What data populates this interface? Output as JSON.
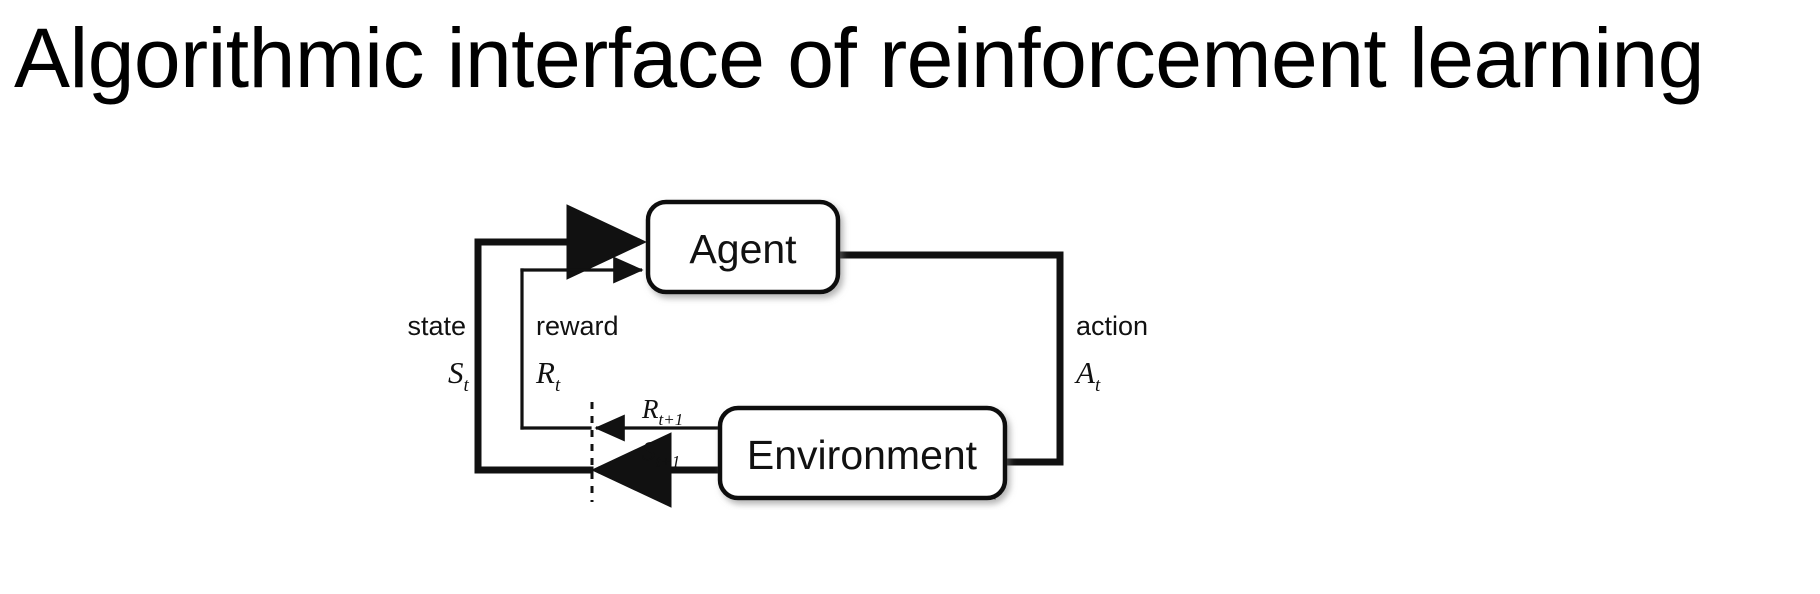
{
  "slide": {
    "title": "Algorithmic interface of reinforcement learning",
    "background_color": "#ffffff",
    "ink_color": "#111111"
  },
  "diagram": {
    "name": "agent-environment-interaction-loop",
    "nodes": [
      {
        "id": "agent",
        "label": "Agent"
      },
      {
        "id": "environment",
        "label": "Environment"
      }
    ],
    "signals": {
      "state_word": "state",
      "state_symbol": "S",
      "state_subscript": "t",
      "reward_word": "reward",
      "reward_symbol": "R",
      "reward_subscript": "t",
      "action_word": "action",
      "action_symbol": "A",
      "action_subscript": "t",
      "next_reward_symbol": "R",
      "next_reward_subscript": "t+1",
      "next_state_symbol": "S",
      "next_state_subscript": "t+1"
    },
    "time_boundary": {
      "style": "dashed-vertical-line",
      "meaning": "time-step-separator"
    }
  }
}
